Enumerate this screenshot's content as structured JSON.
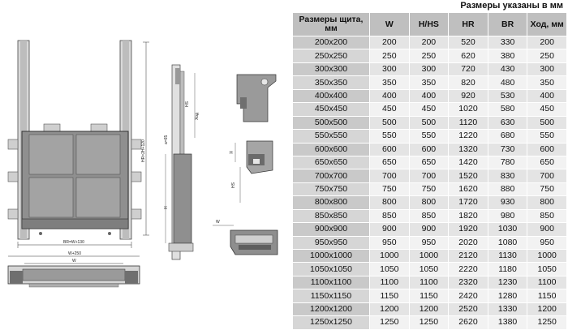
{
  "caption": "Размеры указаны в мм",
  "table": {
    "headers": [
      "Размеры щита, мм",
      "W",
      "H/HS",
      "HR",
      "BR",
      "Ход, мм"
    ],
    "rows": [
      [
        "200x200",
        "200",
        "200",
        "520",
        "330",
        "200"
      ],
      [
        "250x250",
        "250",
        "250",
        "620",
        "380",
        "250"
      ],
      [
        "300x300",
        "300",
        "300",
        "720",
        "430",
        "300"
      ],
      [
        "350x350",
        "350",
        "350",
        "820",
        "480",
        "350"
      ],
      [
        "400x400",
        "400",
        "400",
        "920",
        "530",
        "400"
      ],
      [
        "450x450",
        "450",
        "450",
        "1020",
        "580",
        "450"
      ],
      [
        "500x500",
        "500",
        "500",
        "1120",
        "630",
        "500"
      ],
      [
        "550x550",
        "550",
        "550",
        "1220",
        "680",
        "550"
      ],
      [
        "600x600",
        "600",
        "600",
        "1320",
        "730",
        "600"
      ],
      [
        "650x650",
        "650",
        "650",
        "1420",
        "780",
        "650"
      ],
      [
        "700x700",
        "700",
        "700",
        "1520",
        "830",
        "700"
      ],
      [
        "750x750",
        "750",
        "750",
        "1620",
        "880",
        "750"
      ],
      [
        "800x800",
        "800",
        "800",
        "1720",
        "930",
        "800"
      ],
      [
        "850x850",
        "850",
        "850",
        "1820",
        "980",
        "850"
      ],
      [
        "900x900",
        "900",
        "900",
        "1920",
        "1030",
        "900"
      ],
      [
        "950x950",
        "950",
        "950",
        "2020",
        "1080",
        "950"
      ],
      [
        "1000x1000",
        "1000",
        "1000",
        "2120",
        "1130",
        "1000"
      ],
      [
        "1050x1050",
        "1050",
        "1050",
        "2220",
        "1180",
        "1050"
      ],
      [
        "1100x1100",
        "1100",
        "1100",
        "2320",
        "1230",
        "1100"
      ],
      [
        "1150x1150",
        "1150",
        "1150",
        "2420",
        "1280",
        "1150"
      ],
      [
        "1200x1200",
        "1200",
        "1200",
        "2520",
        "1330",
        "1200"
      ],
      [
        "1250x1250",
        "1250",
        "1250",
        "2620",
        "1380",
        "1250"
      ]
    ]
  },
  "drawing_labels": {
    "br_dim": "BR=W+130",
    "w_top_dim": "W+250",
    "w_bottom_dim": "W",
    "hr_dim": "HR=2H+120",
    "a_dim": "a=65",
    "stroke_dim": "Ход",
    "h_side": "H",
    "hs_side": "HS",
    "h_detail": "H",
    "hs_detail": "HS",
    "w_detail": "W"
  },
  "colors": {
    "header_bg": "#bfbfbf",
    "frame_gray": "#8a8a8a",
    "panel_gray": "#9c9c9c",
    "line_dark": "#333333"
  }
}
